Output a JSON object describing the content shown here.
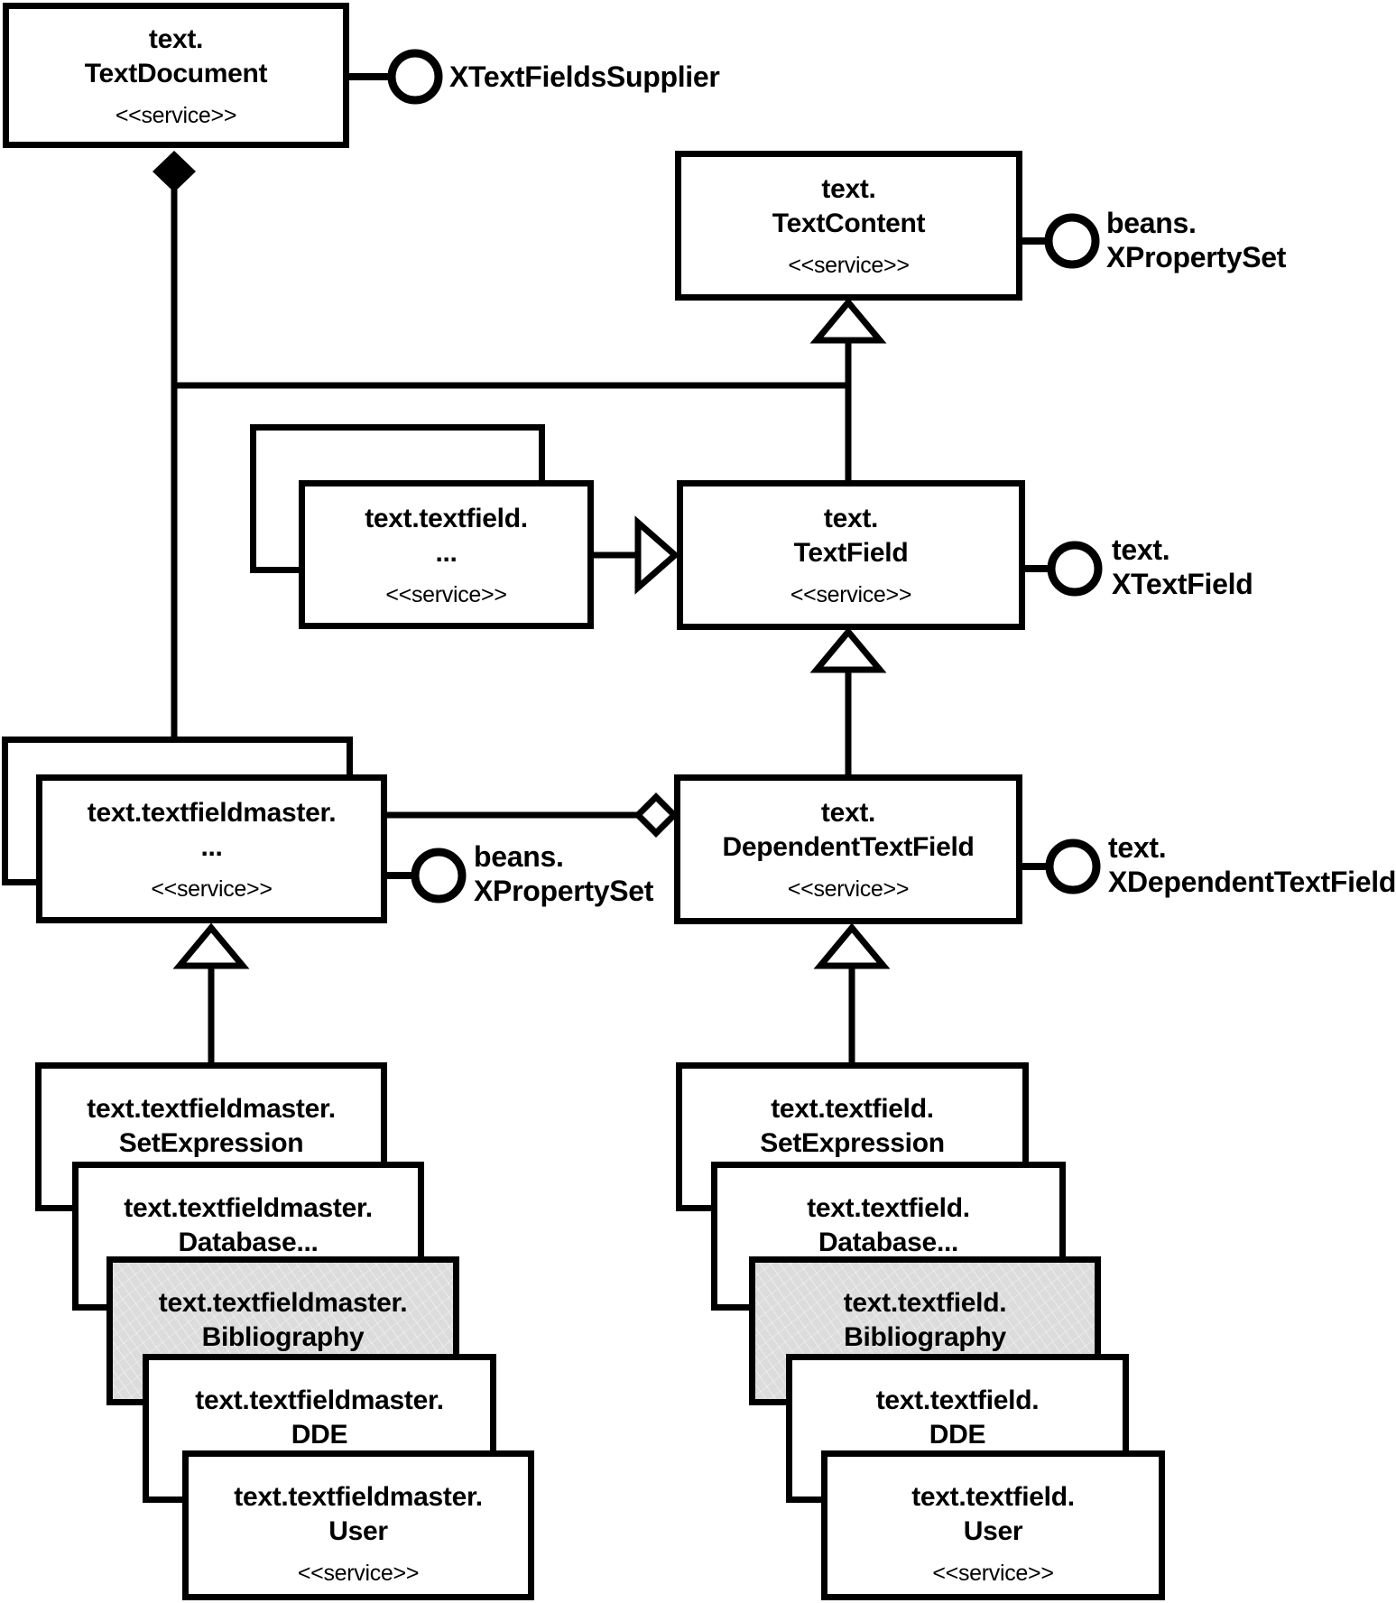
{
  "diagram": {
    "kind": "uml-service-diagram",
    "colors": {
      "stroke": "#000000",
      "box_fill": "#ffffff",
      "highlight_fill": "#dcdcdc"
    },
    "boxes": {
      "text_document": {
        "name1": "text.",
        "name2": "TextDocument",
        "stereotype": "<<service>>"
      },
      "text_content": {
        "name1": "text.",
        "name2": "TextContent",
        "stereotype": "<<service>>"
      },
      "textfield_generic": {
        "name1": "text.textfield.",
        "name2": "...",
        "stereotype": "<<service>>"
      },
      "text_field": {
        "name1": "text.",
        "name2": "TextField",
        "stereotype": "<<service>>"
      },
      "textfieldmaster_generic": {
        "name1": "text.textfieldmaster.",
        "name2": "...",
        "stereotype": "<<service>>"
      },
      "dependent_text_field": {
        "name1": "text.",
        "name2": "DependentTextField",
        "stereotype": "<<service>>"
      },
      "master_set_expression": {
        "name1": "text.textfieldmaster.",
        "name2": "SetExpression"
      },
      "master_database": {
        "name1": "text.textfieldmaster.",
        "name2": "Database..."
      },
      "master_bibliography": {
        "name1": "text.textfieldmaster.",
        "name2": "Bibliography"
      },
      "master_dde": {
        "name1": "text.textfieldmaster.",
        "name2": "DDE"
      },
      "master_user": {
        "name1": "text.textfieldmaster.",
        "name2": "User",
        "stereotype": "<<service>>"
      },
      "field_set_expression": {
        "name1": "text.textfield.",
        "name2": "SetExpression"
      },
      "field_database": {
        "name1": "text.textfield.",
        "name2": "Database..."
      },
      "field_bibliography": {
        "name1": "text.textfield.",
        "name2": "Bibliography"
      },
      "field_dde": {
        "name1": "text.textfield.",
        "name2": "DDE"
      },
      "field_user": {
        "name1": "text.textfield.",
        "name2": "User",
        "stereotype": "<<service>>"
      }
    },
    "interfaces": {
      "x_text_fields_supplier": {
        "line1": "XTextFieldsSupplier"
      },
      "x_property_set_content": {
        "line1": "beans.",
        "line2": "XPropertySet"
      },
      "x_text_field": {
        "line1": "text.",
        "line2": "XTextField"
      },
      "x_property_set_master": {
        "line1": "beans.",
        "line2": "XPropertySet"
      },
      "x_dependent_text_field": {
        "line1": "text.",
        "line2": "XDependentTextField"
      }
    }
  }
}
